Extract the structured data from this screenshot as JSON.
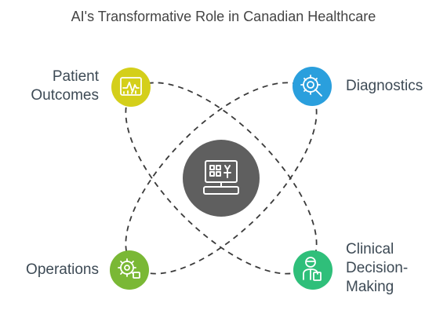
{
  "title": "AI's Transformative Role in Canadian Healthcare",
  "center": {
    "icon": "computer-keyboard-icon",
    "color": "#5f5f5f"
  },
  "nodes": {
    "patient_outcomes": {
      "label_line1": "Patient",
      "label_line2": "Outcomes",
      "icon": "monitor-chart-icon",
      "color": "#d4cf1a"
    },
    "diagnostics": {
      "label": "Diagnostics",
      "icon": "gear-magnifier-icon",
      "color": "#2a9fdd"
    },
    "operations": {
      "label": "Operations",
      "icon": "gear-settings-icon",
      "color": "#7ab835"
    },
    "clinical": {
      "label_line1": "Clinical",
      "label_line2": "Decision-",
      "label_line3": "Making",
      "icon": "doctor-person-icon",
      "color": "#2fbf7a"
    }
  }
}
